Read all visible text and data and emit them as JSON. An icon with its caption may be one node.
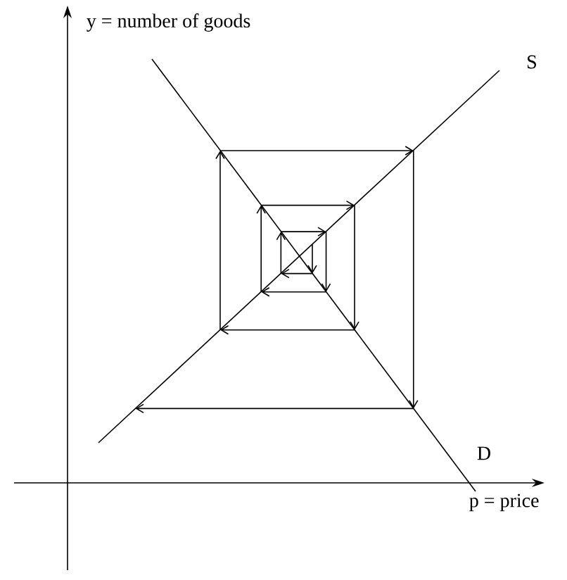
{
  "diagram": {
    "labels": [
      "y = number of goods",
      "S",
      "D",
      "p = price"
    ]
  }
}
